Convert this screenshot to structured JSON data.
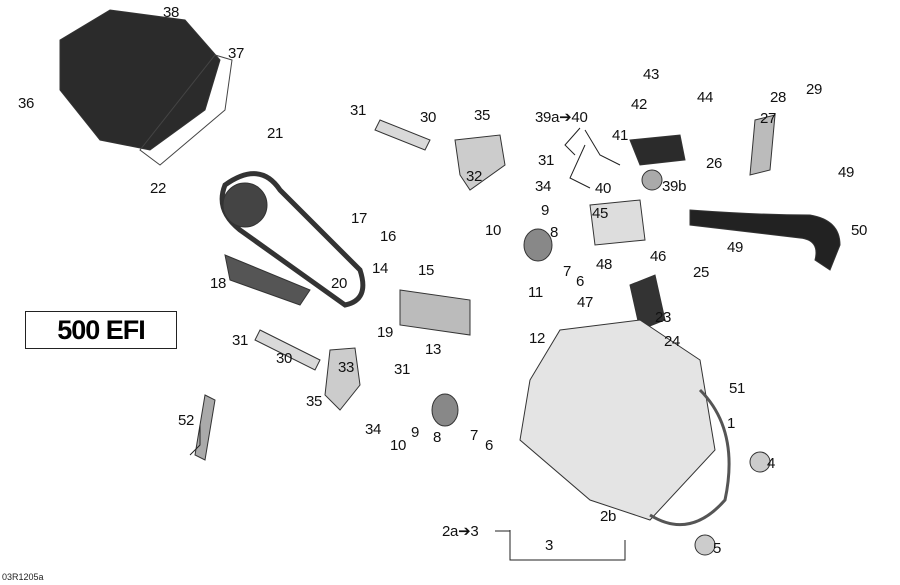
{
  "model_label": "500 EFI",
  "figure_code": "03R1205a",
  "callouts": [
    "38",
    "37",
    "36",
    "22",
    "21",
    "31",
    "30",
    "35",
    "32",
    "31",
    "34",
    "9",
    "10",
    "8",
    "7",
    "6",
    "17",
    "16",
    "14",
    "15",
    "18",
    "20",
    "19",
    "13",
    "11",
    "12",
    "43",
    "44",
    "42",
    "39a➔40",
    "41",
    "40",
    "39b",
    "45",
    "46",
    "48",
    "47",
    "28",
    "29",
    "27",
    "26",
    "49",
    "50",
    "49",
    "25",
    "23",
    "24",
    "31",
    "30",
    "33",
    "31",
    "35",
    "34",
    "10",
    "9",
    "8",
    "7",
    "6",
    "52",
    "51",
    "1",
    "4",
    "2b",
    "2a➔3",
    "3",
    "5"
  ]
}
